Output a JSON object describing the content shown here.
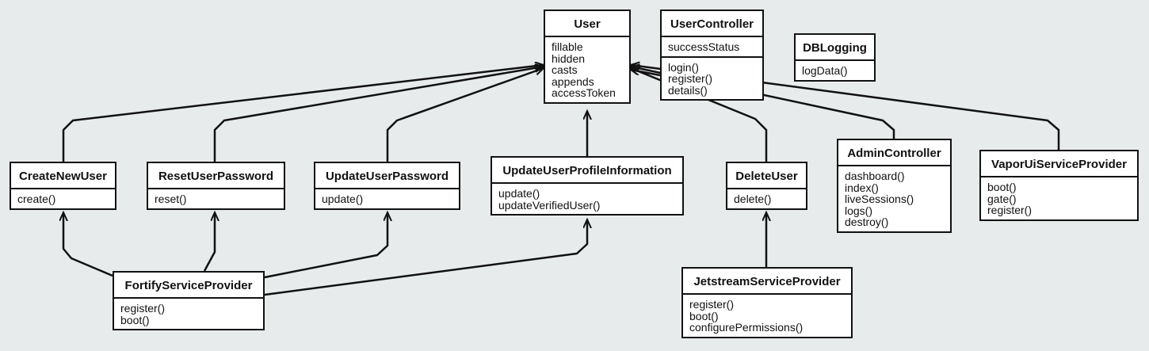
{
  "diagram": {
    "classes": [
      {
        "id": "user",
        "name": "User",
        "attributes": [
          "fillable",
          "hidden",
          "casts",
          "appends",
          "accessToken"
        ],
        "methods": []
      },
      {
        "id": "user-controller",
        "name": "UserController",
        "attributes": [
          "successStatus"
        ],
        "methods": [
          "login()",
          "register()",
          "details()"
        ]
      },
      {
        "id": "db-logging",
        "name": "DBLogging",
        "attributes": [],
        "methods": [
          "logData()"
        ]
      },
      {
        "id": "create-new-user",
        "name": "CreateNewUser",
        "attributes": [],
        "methods": [
          "create()"
        ]
      },
      {
        "id": "reset-user-password",
        "name": "ResetUserPassword",
        "attributes": [],
        "methods": [
          "reset()"
        ]
      },
      {
        "id": "update-user-password",
        "name": "UpdateUserPassword",
        "attributes": [],
        "methods": [
          "update()"
        ]
      },
      {
        "id": "update-user-profile-information",
        "name": "UpdateUserProfileInformation",
        "attributes": [],
        "methods": [
          "update()",
          "updateVerifiedUser()"
        ]
      },
      {
        "id": "delete-user",
        "name": "DeleteUser",
        "attributes": [],
        "methods": [
          "delete()"
        ]
      },
      {
        "id": "admin-controller",
        "name": "AdminController",
        "attributes": [],
        "methods": [
          "dashboard()",
          "index()",
          "liveSessions()",
          "logs()",
          "destroy()"
        ]
      },
      {
        "id": "vapor-ui-service-provider",
        "name": "VaporUiServiceProvider",
        "attributes": [],
        "methods": [
          "boot()",
          "gate()",
          "register()"
        ]
      },
      {
        "id": "fortify-service-provider",
        "name": "FortifyServiceProvider",
        "attributes": [],
        "methods": [
          "register()",
          "boot()"
        ]
      },
      {
        "id": "jetstream-service-provider",
        "name": "JetstreamServiceProvider",
        "attributes": [],
        "methods": [
          "register()",
          "boot()",
          "configurePermissions()"
        ]
      }
    ],
    "relations": [
      {
        "from": "create-new-user",
        "to": "user"
      },
      {
        "from": "reset-user-password",
        "to": "user"
      },
      {
        "from": "update-user-password",
        "to": "user"
      },
      {
        "from": "update-user-profile-information",
        "to": "user"
      },
      {
        "from": "delete-user",
        "to": "user"
      },
      {
        "from": "admin-controller",
        "to": "user"
      },
      {
        "from": "vapor-ui-service-provider",
        "to": "user"
      },
      {
        "from": "user-controller",
        "to": "user"
      },
      {
        "from": "fortify-service-provider",
        "to": "create-new-user"
      },
      {
        "from": "fortify-service-provider",
        "to": "reset-user-password"
      },
      {
        "from": "fortify-service-provider",
        "to": "update-user-password"
      },
      {
        "from": "fortify-service-provider",
        "to": "update-user-profile-information"
      },
      {
        "from": "jetstream-service-provider",
        "to": "delete-user"
      }
    ]
  }
}
